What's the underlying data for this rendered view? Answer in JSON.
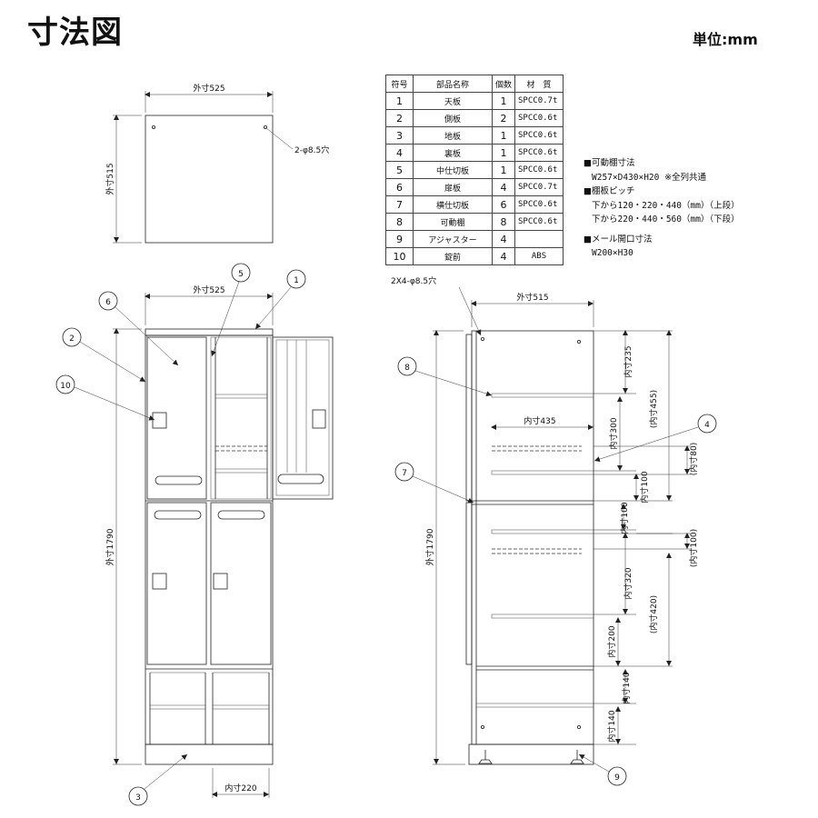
{
  "title": "寸法図",
  "unit": "単位:mm",
  "parts_table": {
    "headers": [
      "符号",
      "部品名称",
      "個数",
      "材　質"
    ],
    "rows": [
      {
        "no": "1",
        "name": "天板",
        "qty": "1",
        "material": "SPCC0.7t"
      },
      {
        "no": "2",
        "name": "側板",
        "qty": "2",
        "material": "SPCC0.6t"
      },
      {
        "no": "3",
        "name": "地板",
        "qty": "1",
        "material": "SPCC0.6t"
      },
      {
        "no": "4",
        "name": "裏板",
        "qty": "1",
        "material": "SPCC0.6t"
      },
      {
        "no": "5",
        "name": "中仕切板",
        "qty": "1",
        "material": "SPCC0.6t"
      },
      {
        "no": "6",
        "name": "扉板",
        "qty": "4",
        "material": "SPCC0.7t"
      },
      {
        "no": "7",
        "name": "横仕切板",
        "qty": "6",
        "material": "SPCC0.6t"
      },
      {
        "no": "8",
        "name": "可動棚",
        "qty": "8",
        "material": "SPCC0.6t"
      },
      {
        "no": "9",
        "name": "アジャスター",
        "qty": "4",
        "material": ""
      },
      {
        "no": "10",
        "name": "錠前",
        "qty": "4",
        "material": "ABS"
      }
    ]
  },
  "notes": {
    "movable_shelf_head": "■可動棚寸法",
    "movable_shelf_value": "W257×D430×H20 ※全列共通",
    "shelf_pitch_head": "■棚板ピッチ",
    "shelf_pitch_upper": "下から120・220・440（mm）（上段）",
    "shelf_pitch_lower": "下から220・440・560（mm）（下段）",
    "mail_opening_head": "■メール開口寸法",
    "mail_opening_value": "W200×H30"
  },
  "top_view": {
    "width_label": "外寸525",
    "depth_label": "外寸515",
    "hole_label": "2-φ8.5穴"
  },
  "front_view": {
    "width_label": "外寸525",
    "height_label": "外寸1790",
    "inner_width_label": "内寸220"
  },
  "side_view": {
    "hole_label": "2X4-φ8.5穴",
    "depth_label": "外寸515",
    "height_label": "外寸1790",
    "inner_depth_label": "内寸435",
    "dims": {
      "d235": "内寸235",
      "d455": "(内寸455)",
      "d300": "内寸300",
      "d80": "(内寸80)",
      "d100a": "内寸100",
      "d100b": "内寸100",
      "d100c": "(内寸100)",
      "d320": "内寸320",
      "d420": "(内寸420)",
      "d200": "内寸200",
      "d140a": "内寸140",
      "d140b": "内寸140"
    }
  },
  "callouts": [
    "1",
    "2",
    "3",
    "4",
    "5",
    "6",
    "7",
    "8",
    "9",
    "10"
  ]
}
